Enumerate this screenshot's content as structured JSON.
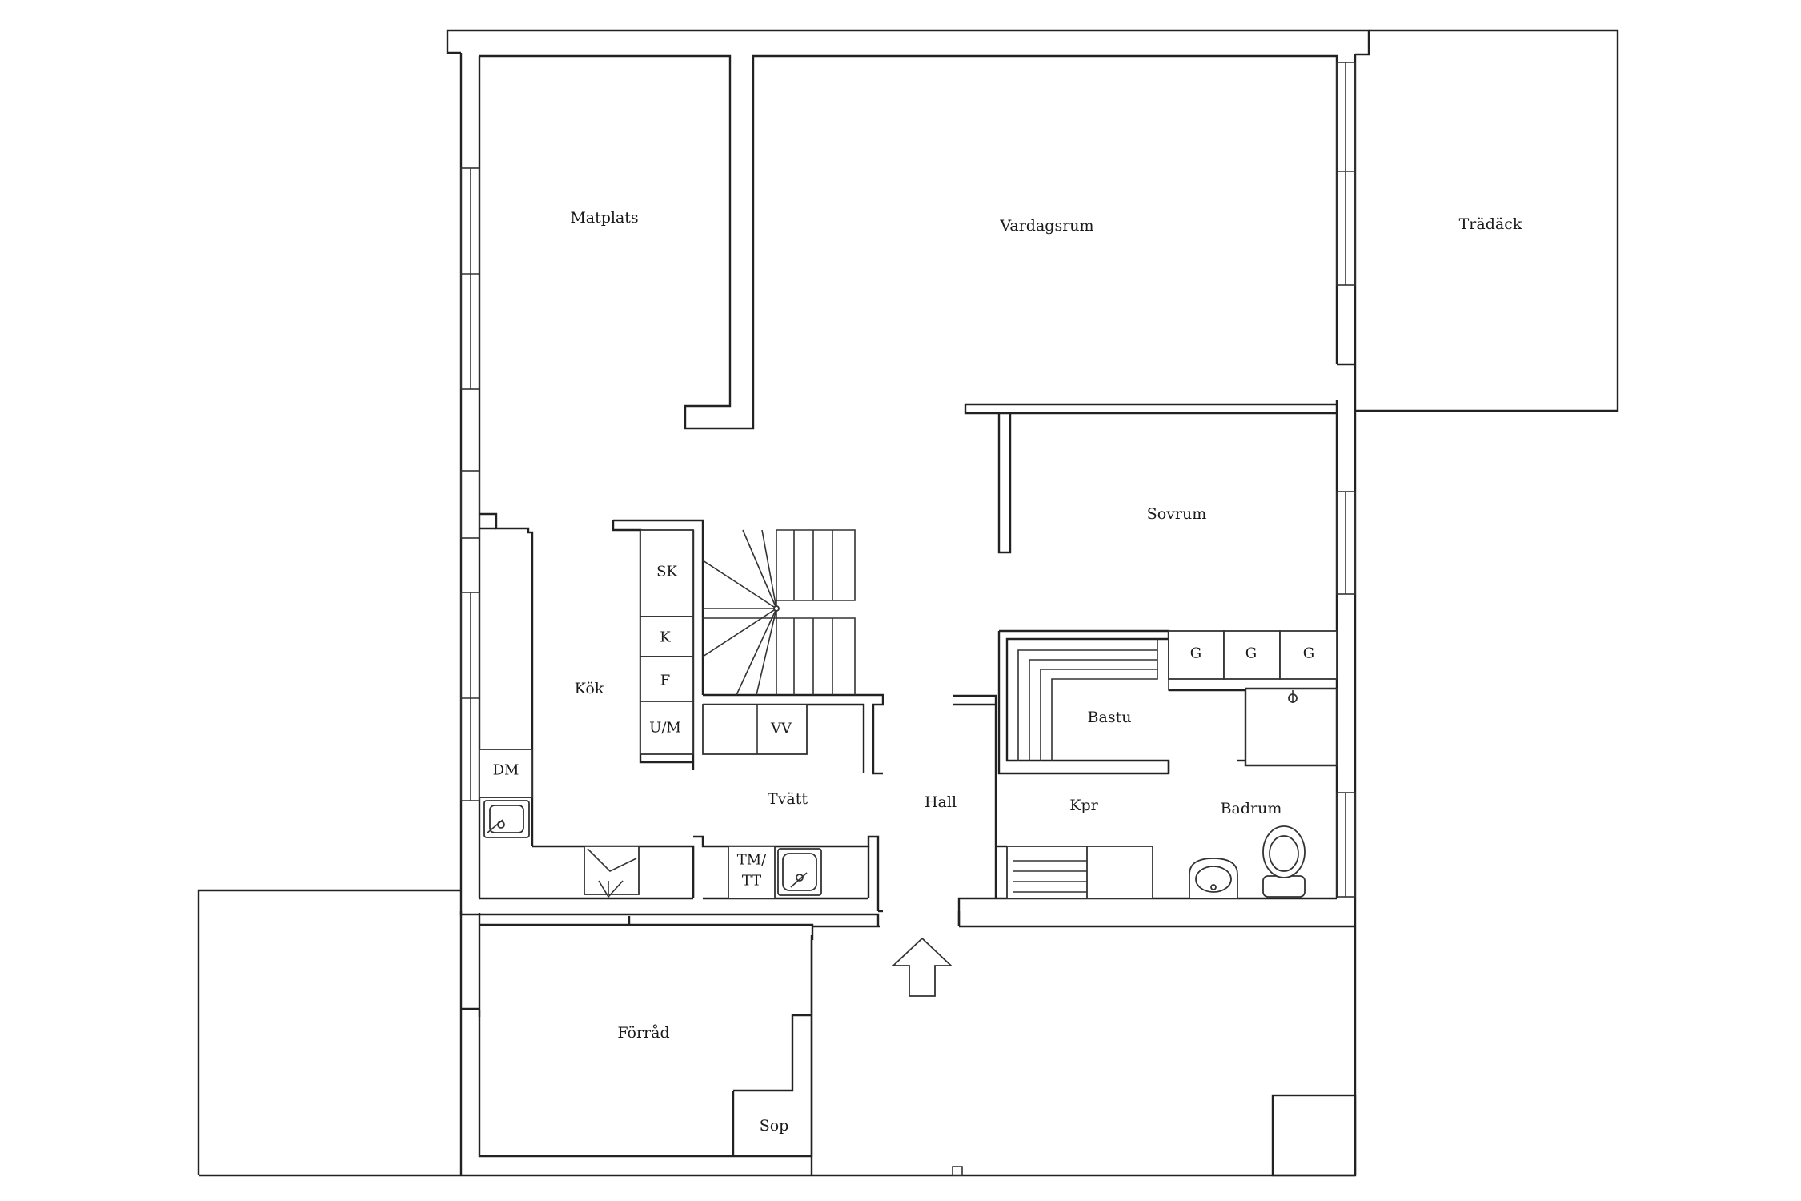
{
  "rooms": {
    "matplats": "Matplats",
    "vardagsrum": "Vardagsrum",
    "tradack": "Trädäck",
    "sovrum": "Sovrum",
    "kok": "Kök",
    "bastu": "Bastu",
    "tvatt": "Tvätt",
    "hall": "Hall",
    "kpr": "Kpr",
    "badrum": "Badrum",
    "forrad": "Förråd",
    "sop": "Sop"
  },
  "fixtures": {
    "sk": "SK",
    "k": "K",
    "f": "F",
    "um": "U/M",
    "vv": "VV",
    "dm": "DM",
    "tm_line1": "TM/",
    "tm_line2": "TT",
    "g1": "G",
    "g2": "G",
    "g3": "G"
  }
}
